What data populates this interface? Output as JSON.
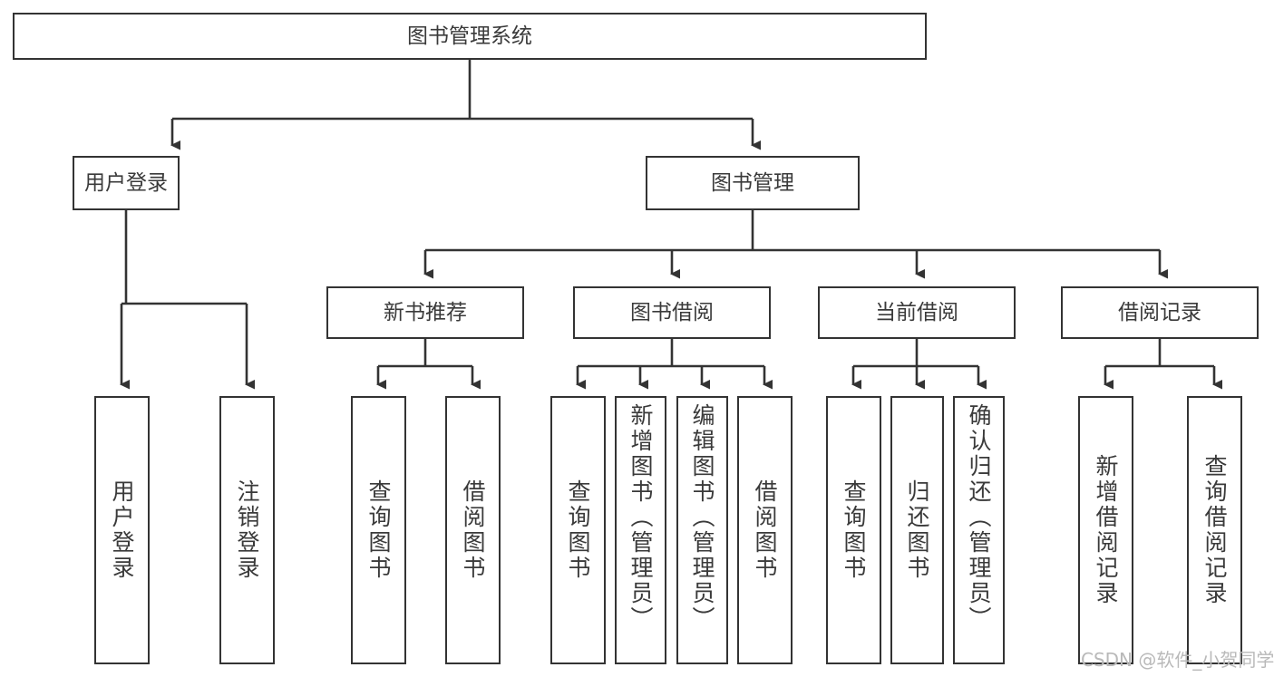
{
  "diagram": {
    "type": "tree-hierarchy-chart",
    "title": "图书管理系统",
    "orientation": "top-down",
    "colors": {
      "box_border": "#333333",
      "box_fill": "#ffffff",
      "connector": "#333333",
      "text": "#3a3a3a",
      "watermark": "#b9b9b9",
      "background": "#ffffff"
    }
  },
  "root": {
    "label": "图书管理系统"
  },
  "level1": [
    {
      "id": "user-login",
      "label": "用户登录"
    },
    {
      "id": "book-management",
      "label": "图书管理"
    }
  ],
  "level2": [
    {
      "id": "new-book-recommend",
      "label": "新书推荐",
      "parent": "book-management"
    },
    {
      "id": "book-borrow",
      "label": "图书借阅",
      "parent": "book-management"
    },
    {
      "id": "current-borrow",
      "label": "当前借阅",
      "parent": "book-management"
    },
    {
      "id": "borrow-record",
      "label": "借阅记录",
      "parent": "book-management"
    }
  ],
  "leaves": [
    {
      "id": "leaf-user-login",
      "label": "用户登录",
      "parent": "user-login"
    },
    {
      "id": "leaf-logout-login",
      "label": "注销登录",
      "parent": "user-login"
    },
    {
      "id": "leaf-query-book-1",
      "label": "查询图书",
      "parent": "new-book-recommend"
    },
    {
      "id": "leaf-borrow-book-1",
      "label": "借阅图书",
      "parent": "new-book-recommend"
    },
    {
      "id": "leaf-query-book-2",
      "label": "查询图书",
      "parent": "book-borrow"
    },
    {
      "id": "leaf-add-book",
      "label": "新增图书（管理员）",
      "parent": "book-borrow"
    },
    {
      "id": "leaf-edit-book",
      "label": "编辑图书（管理员）",
      "parent": "book-borrow"
    },
    {
      "id": "leaf-borrow-book-2",
      "label": "借阅图书",
      "parent": "book-borrow"
    },
    {
      "id": "leaf-query-book-3",
      "label": "查询图书",
      "parent": "current-borrow"
    },
    {
      "id": "leaf-return-book",
      "label": "归还图书",
      "parent": "current-borrow"
    },
    {
      "id": "leaf-confirm-return",
      "label": "确认归还（管理员）",
      "parent": "current-borrow"
    },
    {
      "id": "leaf-add-record",
      "label": "新增借阅记录",
      "parent": "borrow-record"
    },
    {
      "id": "leaf-query-record",
      "label": "查询借阅记录",
      "parent": "borrow-record"
    }
  ],
  "watermark": {
    "text": "CSDN @软件_小贺同学"
  }
}
